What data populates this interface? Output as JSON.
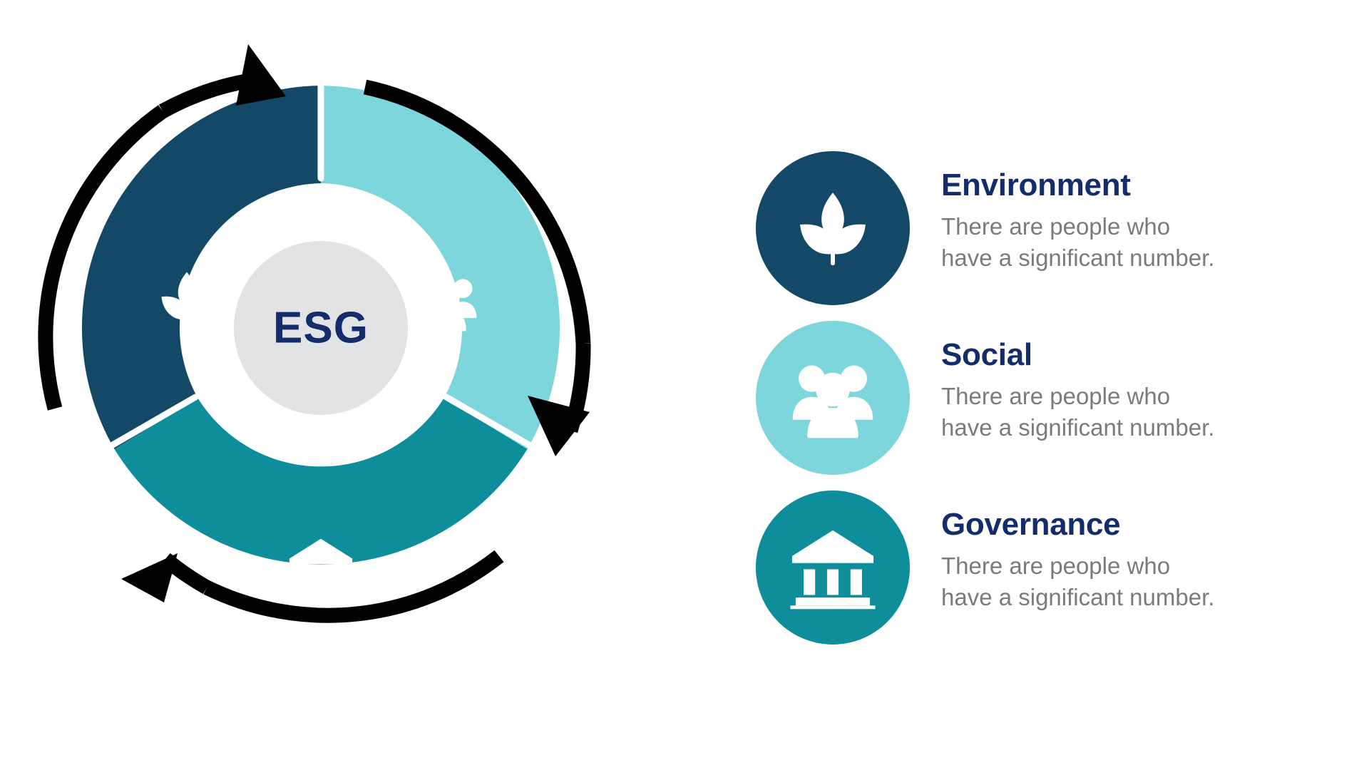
{
  "diagram": {
    "center_label": "ESG",
    "center_circle_color": "#e2e3e5",
    "center_text_color": "#152c6b",
    "arrow_color": "#000000",
    "segments": [
      {
        "key": "environment",
        "label": "Environment",
        "color": "#134966",
        "icon": "leaf-icon"
      },
      {
        "key": "social",
        "label": "Social",
        "color": "#7ed6dd",
        "icon": "people-group-icon"
      },
      {
        "key": "governance",
        "label": "Governance",
        "color": "#0e8e9a",
        "icon": "bank-building-icon"
      }
    ]
  },
  "legend": {
    "items": [
      {
        "title": "Environment",
        "description": "There are people who\nhave a significant number.",
        "badge_color": "#134966",
        "title_color": "#152c6b",
        "icon": "leaf-icon"
      },
      {
        "title": "Social",
        "description": "There are people who\nhave a significant number.",
        "badge_color": "#7ed6dd",
        "title_color": "#152c6b",
        "icon": "people-group-icon"
      },
      {
        "title": "Governance",
        "description": "There are people who\nhave a significant number.",
        "badge_color": "#0e8e9a",
        "title_color": "#152c6b",
        "icon": "bank-building-icon"
      }
    ]
  }
}
